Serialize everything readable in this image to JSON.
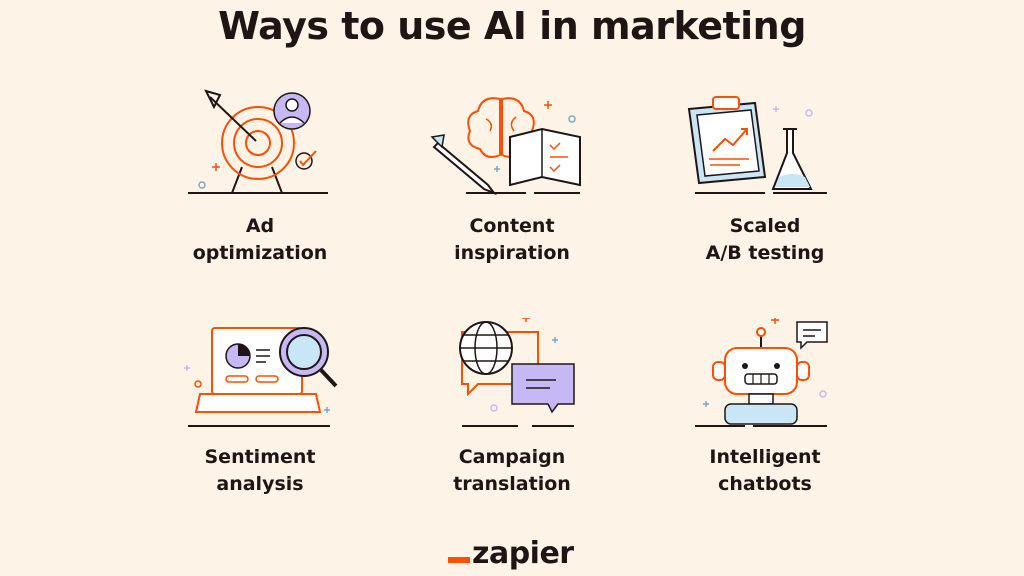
{
  "title": "Ways to use AI in marketing",
  "cards": [
    {
      "line1": "Ad",
      "line2": "optimization"
    },
    {
      "line1": "Content",
      "line2": "inspiration"
    },
    {
      "line1": "Scaled",
      "line2": "A/B testing"
    },
    {
      "line1": "Sentiment",
      "line2": "analysis"
    },
    {
      "line1": "Campaign",
      "line2": "translation"
    },
    {
      "line1": "Intelligent",
      "line2": "chatbots"
    }
  ],
  "logo": "zapier",
  "colors": {
    "background": "#fdf3e7",
    "ink": "#201515",
    "orange": "#ff4f00",
    "lavender": "#c5b8f5",
    "sky": "#c8e6f5"
  },
  "icons": [
    "target-icon",
    "brain-book-icon",
    "clipboard-flask-icon",
    "laptop-magnifier-icon",
    "globe-chat-icon",
    "robot-icon"
  ]
}
